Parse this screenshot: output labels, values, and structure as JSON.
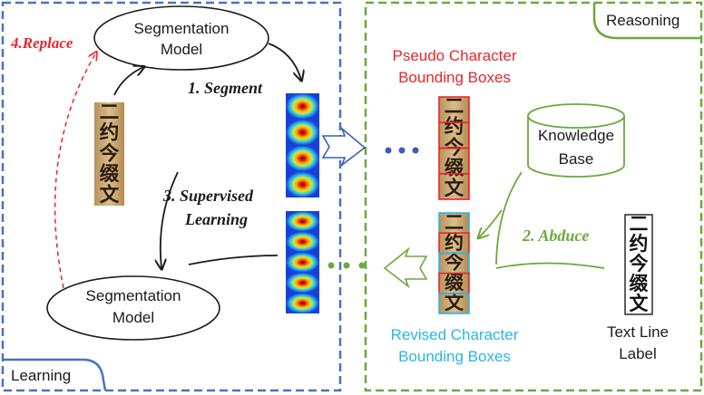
{
  "colors": {
    "learning_border": "#4a72c4",
    "reasoning_border": "#6aaa3c",
    "replace_red": "#e8262b",
    "pseudo_red": "#e8262b",
    "revised_cyan": "#29b6e6",
    "abduce_green": "#6aaa3c",
    "dark": "#1b1b1b"
  },
  "learning_panel": {
    "label": "Learning",
    "model_top": {
      "line1": "Segmentation",
      "line2": "Model"
    },
    "model_bottom": {
      "line1": "Segmentation",
      "line2": "Model"
    },
    "step_replace": "4.Replace",
    "step_segment": "1. Segment",
    "step_supervised": {
      "line1": "3. Supervised",
      "line2": "Learning"
    }
  },
  "reasoning_panel": {
    "label": "Reasoning",
    "pseudo_boxes": {
      "line1": "Pseudo Character",
      "line2": "Bounding Boxes"
    },
    "revised_boxes": {
      "line1": "Revised Character",
      "line2": "Bounding Boxes"
    },
    "knowledge_base": {
      "line1": "Knowledge",
      "line2": "Base"
    },
    "step_abduce": "2. Abduce",
    "text_line_label": {
      "line1": "Text Line",
      "line2": "Label"
    },
    "label_chars": [
      "二",
      "约",
      "今",
      "缀",
      "文"
    ]
  },
  "manuscript_chars": [
    "二",
    "约",
    "今",
    "缀",
    "文"
  ]
}
